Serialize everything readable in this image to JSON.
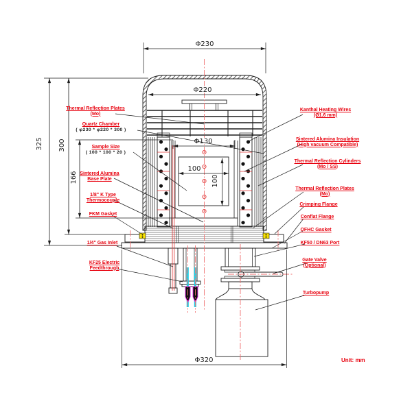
{
  "drawing": {
    "unit_note": "Unit: mm",
    "dims": {
      "phi230": "Φ230",
      "phi220": "Φ220",
      "phi130": "Φ130",
      "width100": "100",
      "height100": "100",
      "h325": "325",
      "h300": "300",
      "h166": "166",
      "phi320": "Φ320"
    },
    "labels_left": [
      {
        "l1": "Thermal Reflection Plates",
        "l2": "(Mo)"
      },
      {
        "l1": "Quartz Chamber",
        "sub": "( φ230 * φ220 * 300 )"
      },
      {
        "l1": "Sample Size",
        "sub": "( 100 * 100 * 20 )"
      },
      {
        "l1": "Sintered Alumina",
        "l2": "Base Plate"
      },
      {
        "l1": "1/8\" K Type",
        "l2": "Thermocouple"
      },
      {
        "l1": "FKM Gasket"
      },
      {
        "l1": "1/4\"  Gas Inlet"
      },
      {
        "l1": "KF25 Electric",
        "l2": "Feedthrough"
      }
    ],
    "labels_right": [
      {
        "l1": "Kanthal Heating Wires",
        "l2": "(Ø1.6 mm)"
      },
      {
        "l1": "Sintered Alumina Insulation",
        "l2": "(High vacuum Compatible)"
      },
      {
        "l1": "Thermal Reflection Cylinders",
        "l2": "(Mo / SS)"
      },
      {
        "l1": "Thermal Reflection Plates",
        "l2": "(Mo)"
      },
      {
        "l1": "Crimping Flange"
      },
      {
        "l1": "Conflat Flange"
      },
      {
        "l1": "OFHC Gasket"
      },
      {
        "l1": "KF50 / DN63 Port"
      },
      {
        "l1": "Gate Valve",
        "l2": "(Optional)"
      },
      {
        "l1": "Turbopump"
      }
    ],
    "colors": {
      "label_red": "#e8000d",
      "centerline_red": "#f07070",
      "gasket_yellow": "#f7e000",
      "pin_cyan": "#1ad0e8",
      "pin_magenta": "#e619e6",
      "line_black": "#1c1c1c"
    }
  }
}
